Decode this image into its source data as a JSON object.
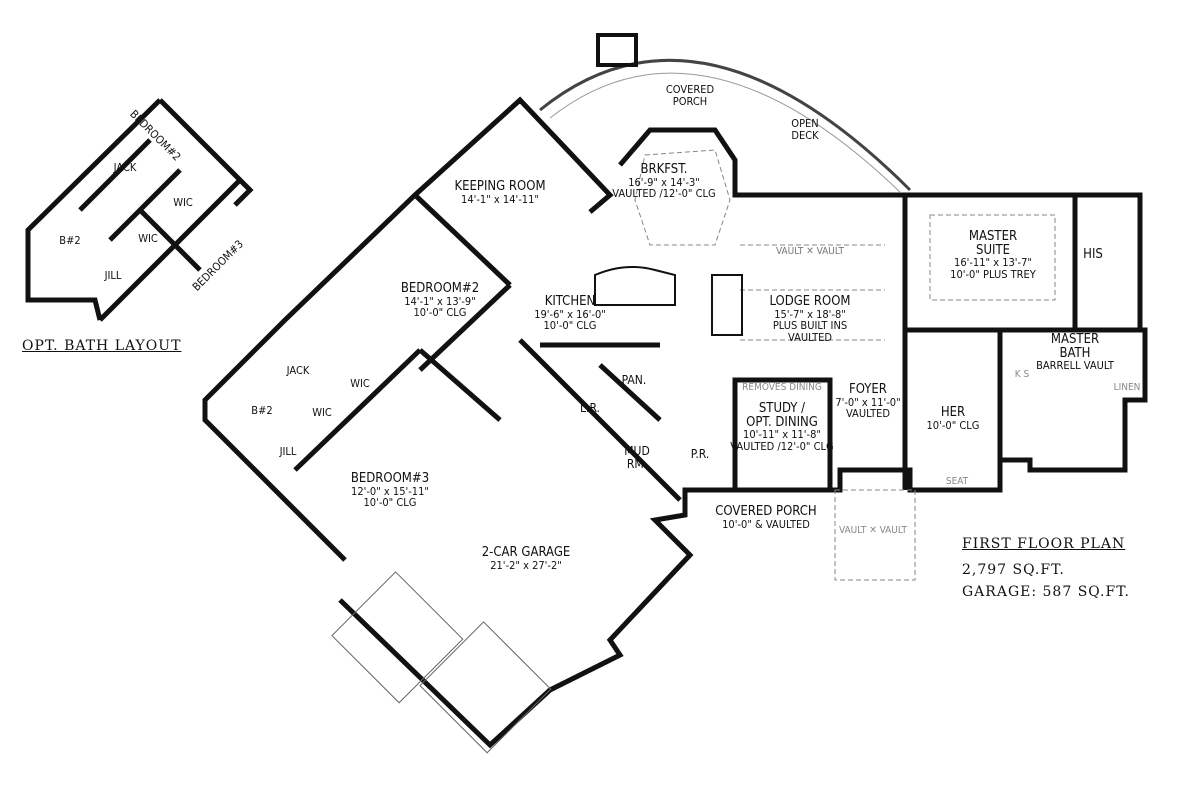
{
  "opt_bath": {
    "title": "OPT. BATH LAYOUT",
    "bedroom2": "BEDROOM#2",
    "bedroom3": "BEDROOM#3",
    "jack": "JACK",
    "jill": "JILL",
    "wic1": "WIC",
    "wic2": "WIC",
    "bath": "B#2"
  },
  "rooms": {
    "covered_porch_rear": {
      "name": "COVERED",
      "name2": "PORCH"
    },
    "open_deck": {
      "name": "OPEN",
      "name2": "DECK"
    },
    "keeping_room": {
      "name": "KEEPING ROOM",
      "dims": "14'-1\" x 14'-11\""
    },
    "breakfast": {
      "name": "BRKFST.",
      "dims": "16'-9\" x 14'-3\"",
      "clg": "VAULTED /12'-0\" CLG"
    },
    "bedroom2": {
      "name": "BEDROOM#2",
      "dims": "14'-1\" x 13'-9\"",
      "clg": "10'-0\" CLG"
    },
    "kitchen": {
      "name": "KITCHEN",
      "dims": "19'-6\" x 16'-0\"",
      "clg": "10'-0\" CLG"
    },
    "lodge_room": {
      "name": "LODGE ROOM",
      "dims": "15'-7\" x 18'-8\"",
      "note": "PLUS BUILT INS",
      "clg": "VAULTED",
      "vault1": "VAULT",
      "vault2": "VAULT"
    },
    "master_suite": {
      "name": "MASTER",
      "name2": "SUITE",
      "dims": "16'-11\" x 13'-7\"",
      "clg": "10'-0\" PLUS TREY"
    },
    "his": {
      "name": "HIS"
    },
    "master_bath": {
      "name": "MASTER",
      "name2": "BATH",
      "clg": "BARRELL VAULT",
      "linen": "LINEN",
      "ks": "K S"
    },
    "her": {
      "name": "HER",
      "clg": "10'-0\" CLG",
      "seat": "SEAT"
    },
    "foyer": {
      "name": "FOYER",
      "dims": "7'-0\" x 11'-0\"",
      "clg": "VAULTED"
    },
    "study": {
      "name": "STUDY /",
      "name2": "OPT. DINING",
      "dims": "10'-11\" x 11'-8\"",
      "clg": "VAULTED /12'-0\" CLG",
      "note": "REMOVES DINING"
    },
    "pantry": {
      "name": "PAN."
    },
    "laundry": {
      "name": "L.R."
    },
    "mudroom": {
      "name": "MUD",
      "name2": "RM."
    },
    "powder": {
      "name": "P.R."
    },
    "covered_porch_front": {
      "name": "COVERED PORCH",
      "clg": "10'-0\" & VAULTED",
      "vault1": "VAULT",
      "vault2": "VAULT"
    },
    "jack": {
      "name": "JACK"
    },
    "wic1": {
      "name": "WIC"
    },
    "bath2": {
      "name": "B#2"
    },
    "wic2": {
      "name": "WIC"
    },
    "jill": {
      "name": "JILL"
    },
    "bedroom3": {
      "name": "BEDROOM#3",
      "dims": "12'-0\" x 15'-11\"",
      "clg": "10'-0\" CLG"
    },
    "garage": {
      "name": "2-CAR GARAGE",
      "dims": "21'-2\" x 27'-2\""
    }
  },
  "summary": {
    "title": "FIRST FLOOR PLAN",
    "area": "2,797 SQ.FT.",
    "garage": "GARAGE: 587 SQ.FT."
  }
}
